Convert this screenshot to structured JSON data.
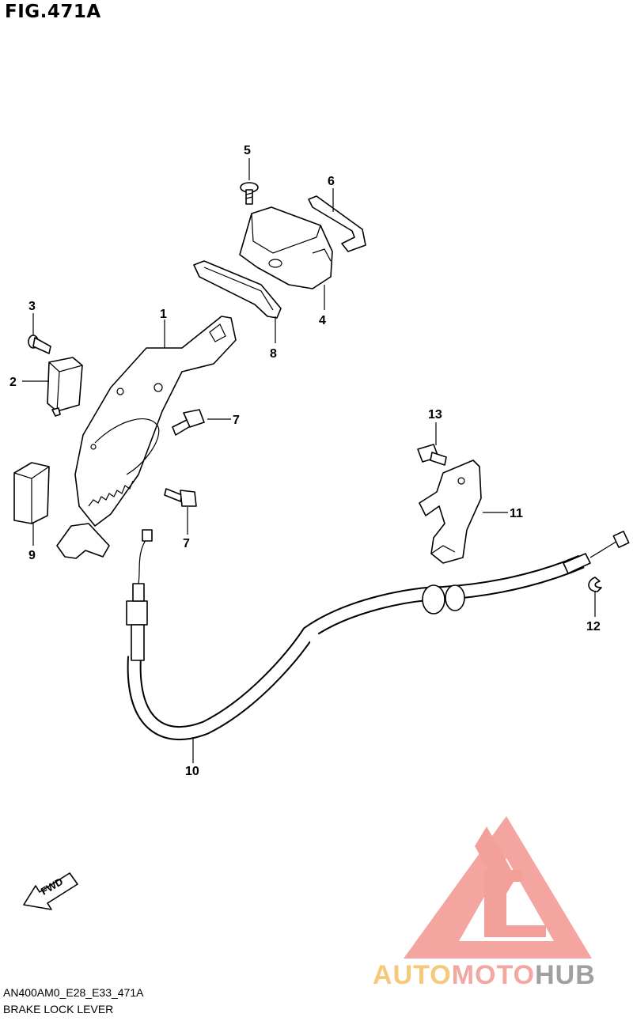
{
  "figure": {
    "title": "FIG.471A",
    "model_code": "AN400AM0_E28_E33_471A",
    "name": "BRAKE LOCK LEVER"
  },
  "callouts": [
    {
      "id": "c1",
      "label": "1"
    },
    {
      "id": "c2",
      "label": "2"
    },
    {
      "id": "c3",
      "label": "3"
    },
    {
      "id": "c4",
      "label": "4"
    },
    {
      "id": "c5",
      "label": "5"
    },
    {
      "id": "c6",
      "label": "6"
    },
    {
      "id": "c7a",
      "label": "7"
    },
    {
      "id": "c7b",
      "label": "7"
    },
    {
      "id": "c8",
      "label": "8"
    },
    {
      "id": "c9",
      "label": "9"
    },
    {
      "id": "c10",
      "label": "10"
    },
    {
      "id": "c11",
      "label": "11"
    },
    {
      "id": "c12",
      "label": "12"
    },
    {
      "id": "c13",
      "label": "13"
    }
  ],
  "direction_label": "FWD",
  "watermark": {
    "part1": "AUTO",
    "part2": "MOTO",
    "part3": "HUB",
    "colors": {
      "auto": "#f5c87a",
      "moto": "#f2a7a0",
      "hub": "#a0a0a0",
      "triangle": "#f4a09a"
    }
  }
}
